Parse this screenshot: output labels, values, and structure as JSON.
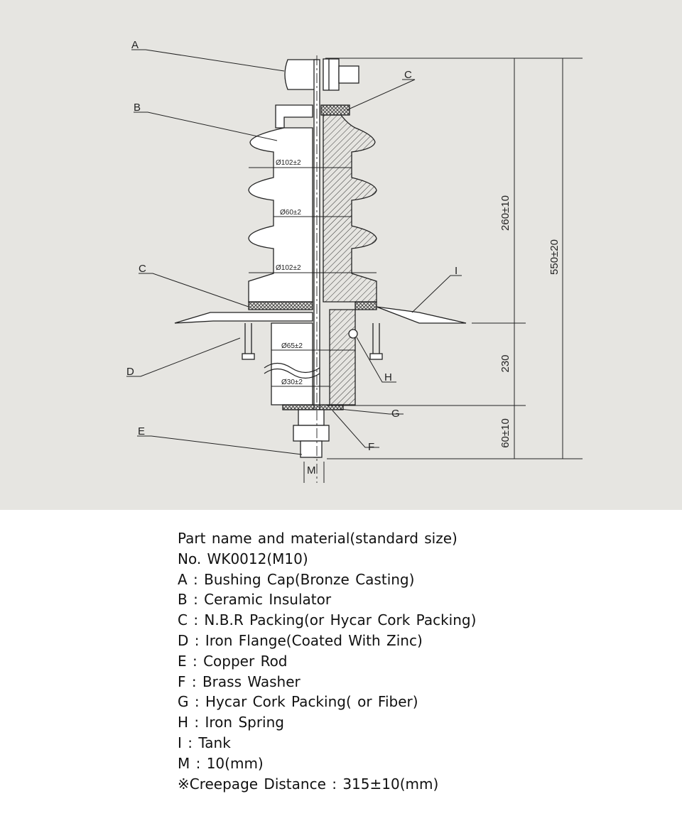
{
  "diagram": {
    "callouts": {
      "a": "A",
      "b": "B",
      "c_top": "C",
      "c_mid": "C",
      "d": "D",
      "e": "E",
      "f": "F",
      "g": "G",
      "h": "H",
      "i": "I",
      "m": "M"
    },
    "diameters": {
      "top": "Ø102±2",
      "mid": "Ø60±2",
      "bottom": "Ø102±2",
      "lower": "Ø65±2",
      "base": "Ø30±2"
    },
    "dimensions": {
      "upper": "260±10",
      "middle": "230",
      "lower": "60±10",
      "overall": "550±20"
    }
  },
  "legend": {
    "title": "Part name and material(standard  size)",
    "model": "No. WK0012(M10)",
    "parts": [
      "A : Bushing Cap(Bronze Casting)",
      "B : Ceramic Insulator",
      "C : N.B.R Packing(or Hycar Cork Packing)",
      "D : Iron Flange(Coated With Zinc)",
      "E : Copper Rod",
      "F : Brass Washer",
      "G : Hycar Cork Packing( or Fiber)",
      "H : Iron Spring",
      "I : Tank",
      "M : 10(mm)"
    ],
    "note": "※Creepage Distance : 315±10(mm)"
  }
}
